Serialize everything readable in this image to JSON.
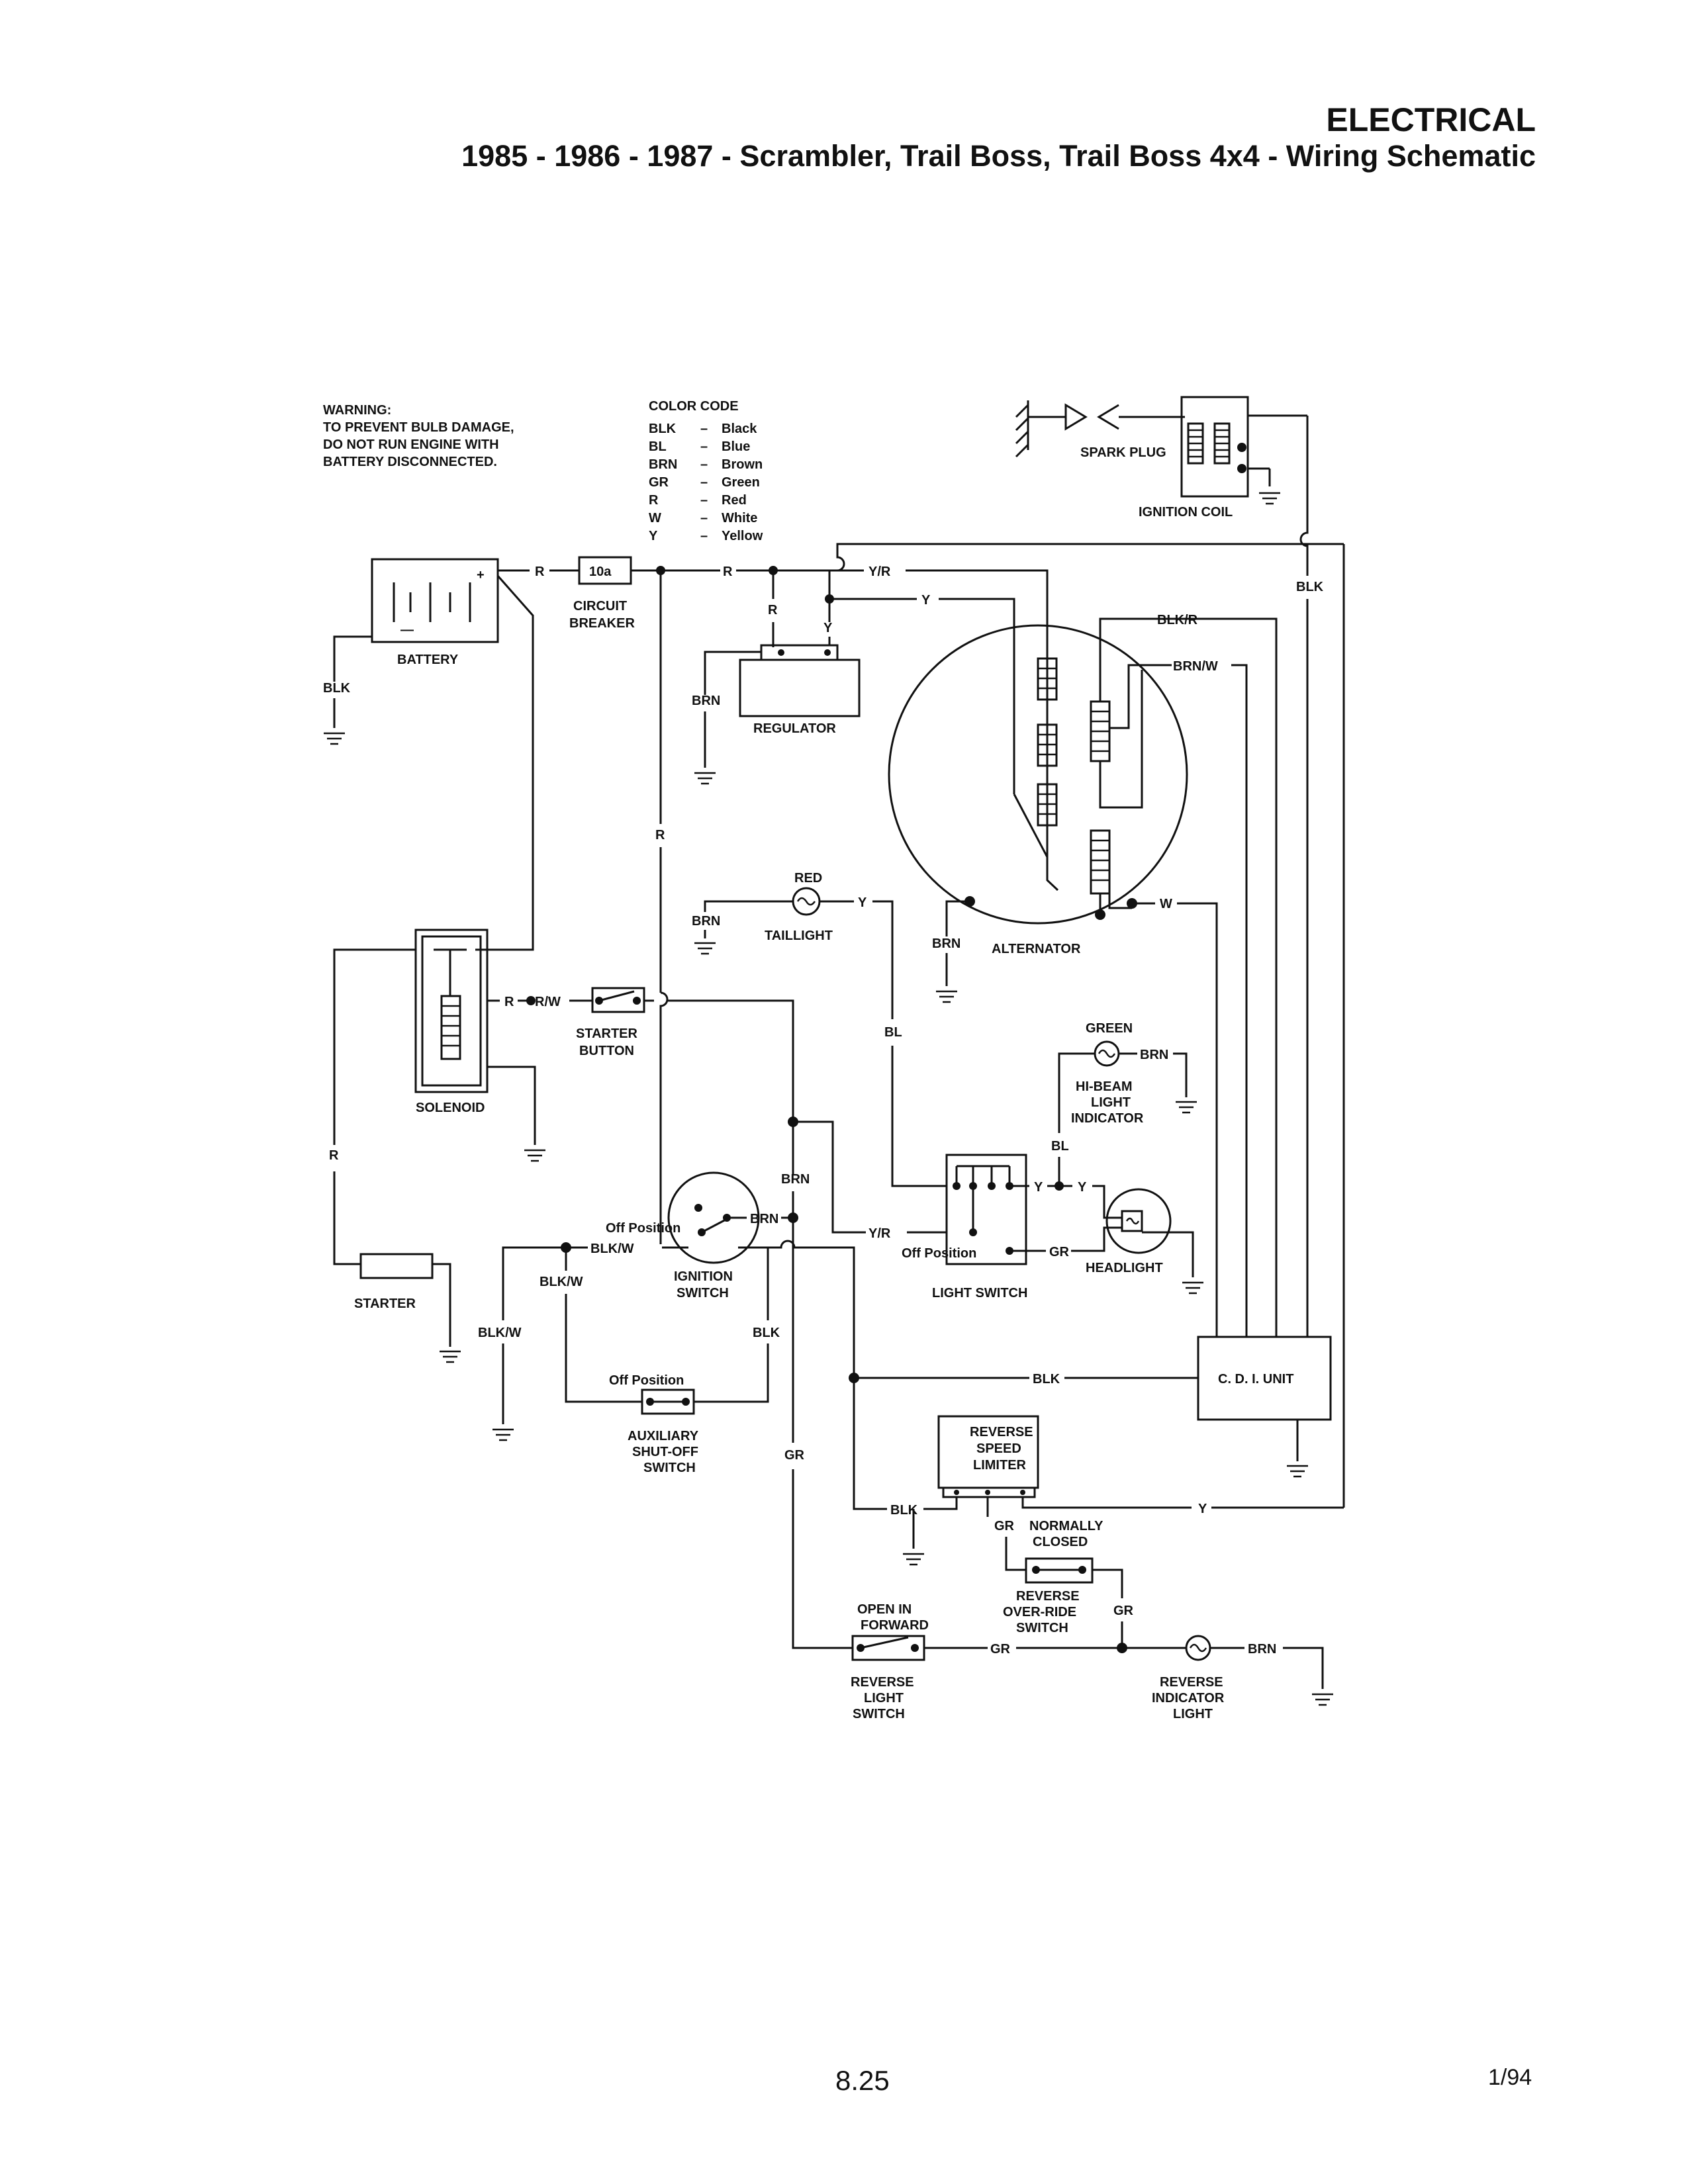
{
  "header": {
    "section": "ELECTRICAL",
    "subtitle": "1985 - 1986 - 1987 - Scrambler, Trail Boss, Trail Boss 4x4 - Wiring Schematic"
  },
  "warning": [
    "WARNING:",
    "TO PREVENT BULB DAMAGE,",
    "DO NOT RUN ENGINE WITH",
    "BATTERY DISCONNECTED."
  ],
  "color_code": {
    "title": "COLOR CODE",
    "entries": [
      {
        "code": "BLK",
        "name": "Black"
      },
      {
        "code": "BL",
        "name": "Blue"
      },
      {
        "code": "BRN",
        "name": "Brown"
      },
      {
        "code": "GR",
        "name": "Green"
      },
      {
        "code": "R",
        "name": "Red"
      },
      {
        "code": "W",
        "name": "White"
      },
      {
        "code": "Y",
        "name": "Yellow"
      }
    ]
  },
  "components": {
    "battery": "BATTERY",
    "battery_plus": "+",
    "battery_minus": "—",
    "circuit_breaker": [
      "CIRCUIT",
      "BREAKER"
    ],
    "breaker_rating": "10a",
    "regulator": "REGULATOR",
    "spark_plug": "SPARK PLUG",
    "ignition_coil": "IGNITION COIL",
    "alternator": "ALTERNATOR",
    "taillight": "TAILLIGHT",
    "taillight_color": "RED",
    "hi_beam": [
      "HI-BEAM",
      "LIGHT",
      "INDICATOR"
    ],
    "hi_beam_color": "GREEN",
    "solenoid": "SOLENOID",
    "starter_button": [
      "STARTER",
      "BUTTON"
    ],
    "starter": "STARTER",
    "ignition_switch": [
      "IGNITION",
      "SWITCH"
    ],
    "light_switch": "LIGHT SWITCH",
    "headlight": "HEADLIGHT",
    "cdi_unit": "C. D. I.  UNIT",
    "aux_shutoff": [
      "AUXILIARY",
      "SHUT-OFF",
      "SWITCH"
    ],
    "reverse_speed_limiter": [
      "REVERSE",
      "SPEED",
      "LIMITER"
    ],
    "normally_closed": [
      "NORMALLY",
      "CLOSED"
    ],
    "reverse_override": [
      "REVERSE",
      "OVER-RIDE",
      "SWITCH"
    ],
    "open_in_forward": [
      "OPEN   IN",
      "FORWARD"
    ],
    "reverse_light_switch": [
      "REVERSE",
      "LIGHT",
      "SWITCH"
    ],
    "reverse_indicator": [
      "REVERSE",
      "INDICATOR",
      "LIGHT"
    ],
    "off_position": "Off Position"
  },
  "wire_labels": {
    "R": "R",
    "RW": "R/W",
    "Y": "Y",
    "YR": "Y/R",
    "BLK": "BLK",
    "BLKR": "BLK/R",
    "BRNW": "BRN/W",
    "BRN": "BRN",
    "BL": "BL",
    "BLKW": "BLK/W",
    "GR": "GR",
    "W": "W"
  },
  "footer": {
    "page": "8.25",
    "revision": "1/94"
  }
}
